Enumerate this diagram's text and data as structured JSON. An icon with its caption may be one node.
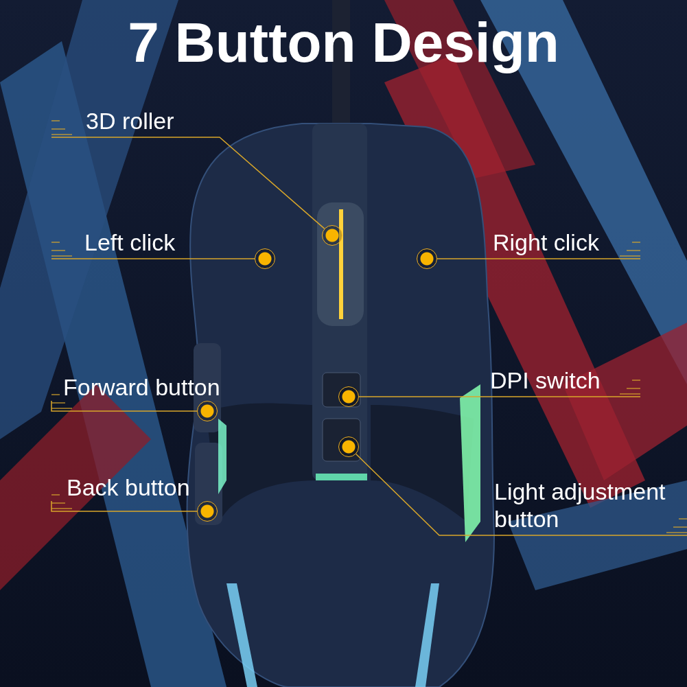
{
  "diagram": {
    "title": "7 Button Design",
    "nodes": [
      {
        "text": [
          "3D roller"
        ]
      },
      {
        "text": [
          "Left click"
        ]
      },
      {
        "text": [
          "Right click"
        ]
      },
      {
        "text": [
          "Forward button"
        ]
      },
      {
        "text": [
          "DPI switch"
        ]
      },
      {
        "text": [
          "Back button"
        ]
      },
      {
        "text": [
          "Light adjustment button"
        ]
      },
      {
        "text": [],
        "shape": "circle"
      },
      {
        "text": [],
        "shape": "circle"
      },
      {
        "text": [],
        "shape": "circle"
      },
      {
        "text": [],
        "shape": "circle"
      },
      {
        "text": [],
        "shape": "circle"
      },
      {
        "text": [],
        "shape": "circle"
      },
      {
        "text": [],
        "shape": "circle"
      }
    ],
    "edges": [
      {
        "from": 0,
        "to": 7,
        "arrow": "none"
      },
      {
        "from": 1,
        "to": 8,
        "arrow": "none"
      },
      {
        "from": 2,
        "to": 9,
        "arrow": "none"
      },
      {
        "from": 3,
        "to": 11,
        "arrow": "none"
      },
      {
        "from": 4,
        "to": 10,
        "arrow": "none"
      },
      {
        "from": 5,
        "to": 13,
        "arrow": "none"
      },
      {
        "from": 6,
        "to": 12,
        "arrow": "none"
      }
    ]
  }
}
